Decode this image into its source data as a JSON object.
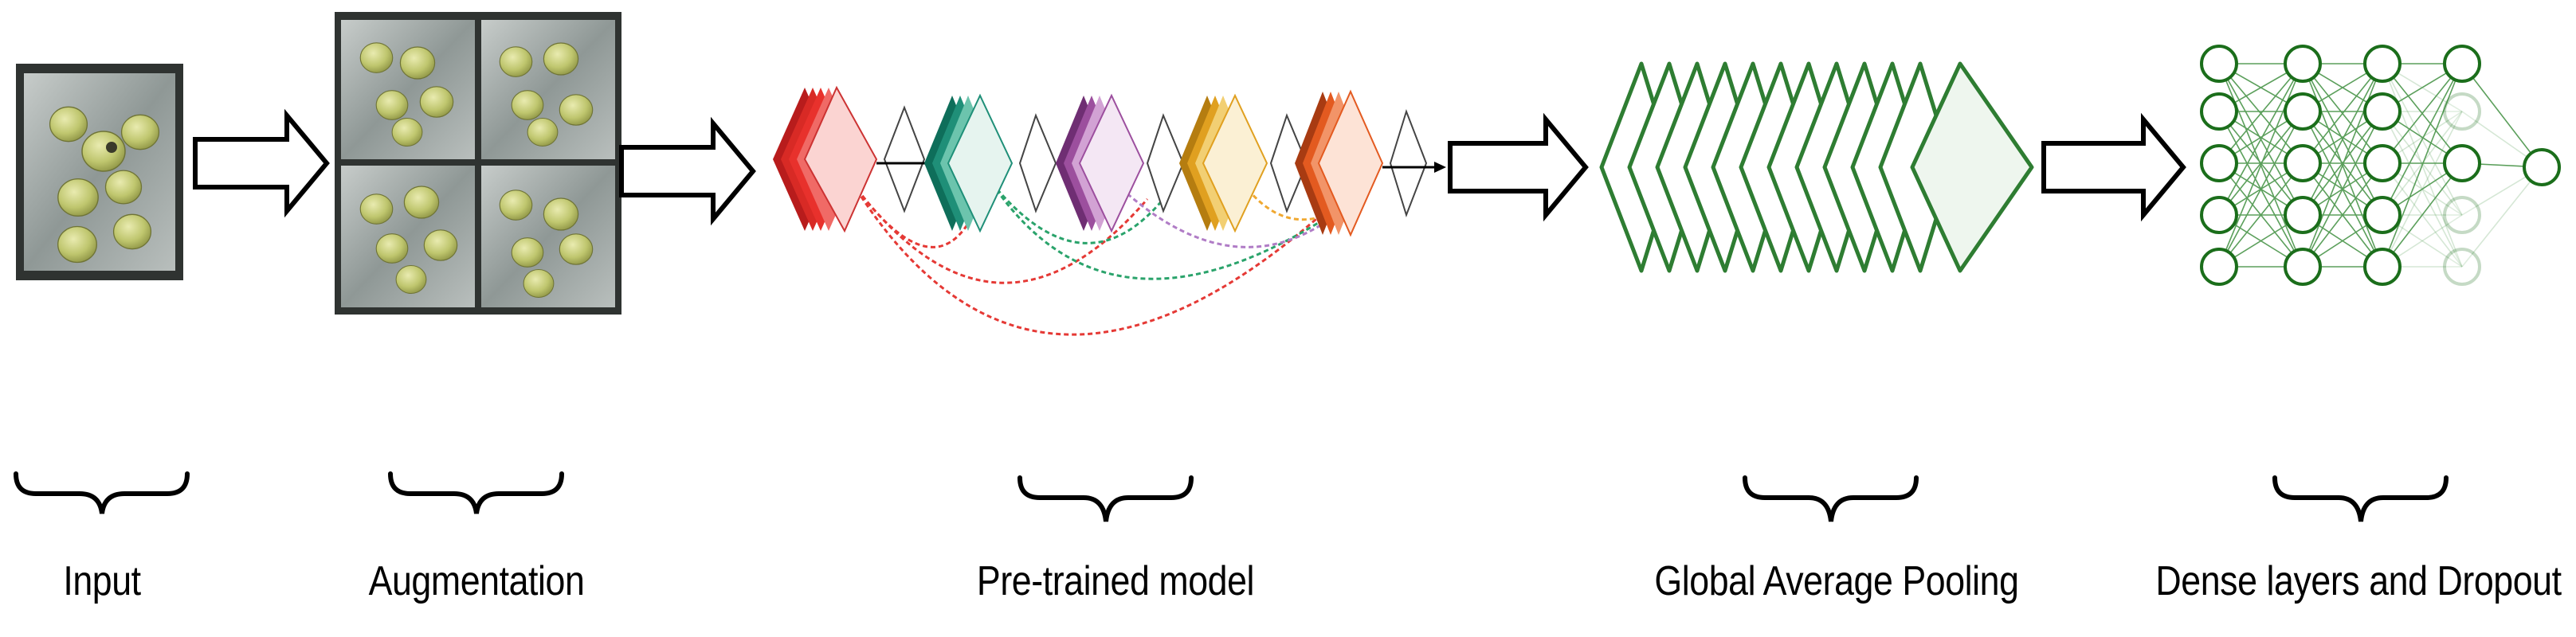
{
  "stages": [
    {
      "id": "input",
      "label": "Input"
    },
    {
      "id": "augmentation",
      "label": "Augmentation"
    },
    {
      "id": "pretrained-model",
      "label": "Pre-trained model"
    },
    {
      "id": "global-average-pooling",
      "label": "Global Average Pooling"
    },
    {
      "id": "dense-dropout",
      "label": "Dense layers and Dropout"
    }
  ],
  "colors": {
    "arrow_stroke": "#000000",
    "pool_green": "#2e7d32",
    "dense_green": "#1b6e1b",
    "skip_red": "#e53935",
    "skip_green": "#2aa36b",
    "skip_purple": "#b07cc6",
    "skip_orange": "#f0a830",
    "block_red": "#e8312c",
    "block_teal": "#1f8f78",
    "block_purple": "#9c4f9e",
    "block_gold": "#e0a020",
    "block_orange": "#e35a20"
  },
  "icons": {
    "stage_arrow": "hollow-right-arrow-icon",
    "brace": "curly-brace-icon",
    "photo": "fruit-tray-photo-icon"
  }
}
